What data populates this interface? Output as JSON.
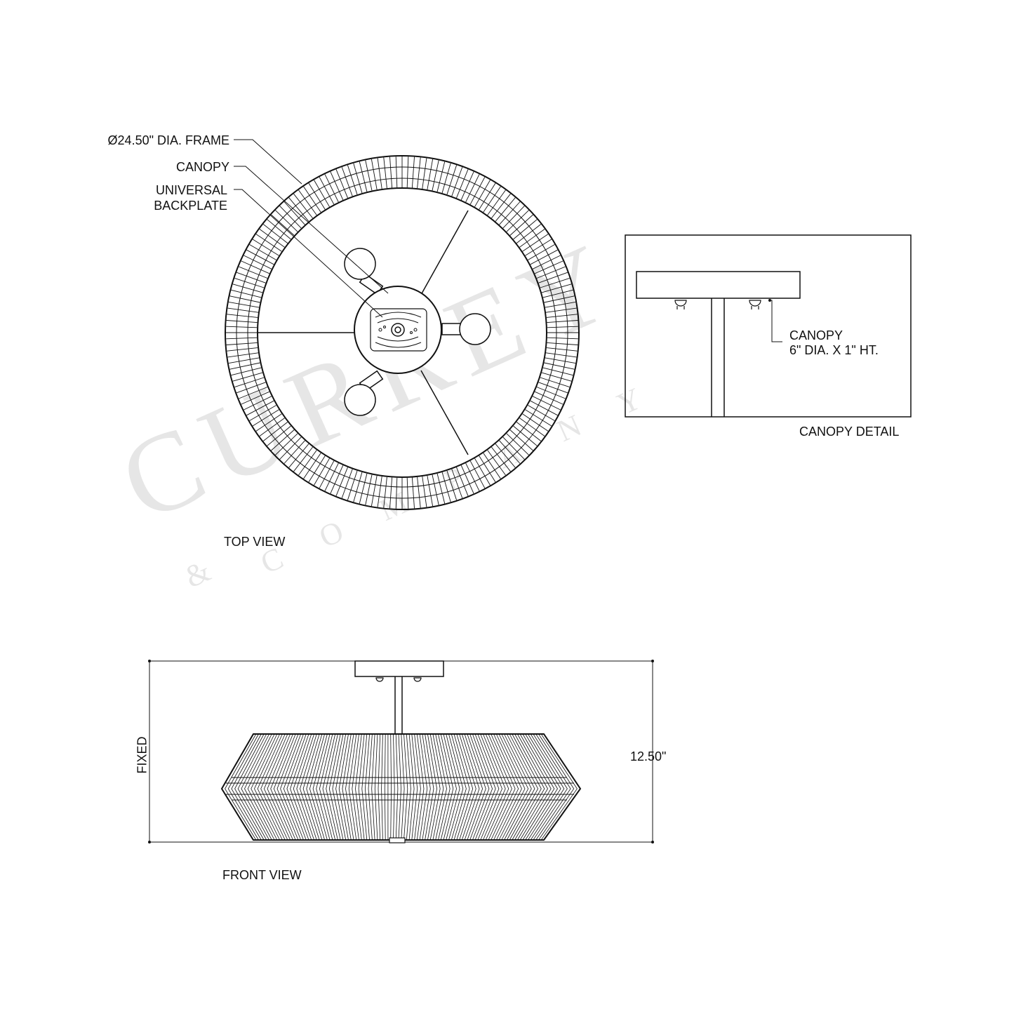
{
  "watermark": {
    "brand_word": "CURREY",
    "company_word": "COMPANY",
    "ampersand": "&",
    "color": "#e6e6e6"
  },
  "top_view": {
    "title": "TOP VIEW",
    "callouts": {
      "frame": "Ø24.50\" DIA. FRAME",
      "canopy": "CANOPY",
      "backplate_line1": "UNIVERSAL",
      "backplate_line2": "BACKPLATE"
    }
  },
  "canopy_detail": {
    "title": "CANOPY DETAIL",
    "callout_line1": "CANOPY",
    "callout_line2": "6\" DIA. X 1\" HT."
  },
  "front_view": {
    "title": "FRONT VIEW",
    "height_label": "FIXED",
    "height_value": "12.50\""
  },
  "line_color": "#111111"
}
